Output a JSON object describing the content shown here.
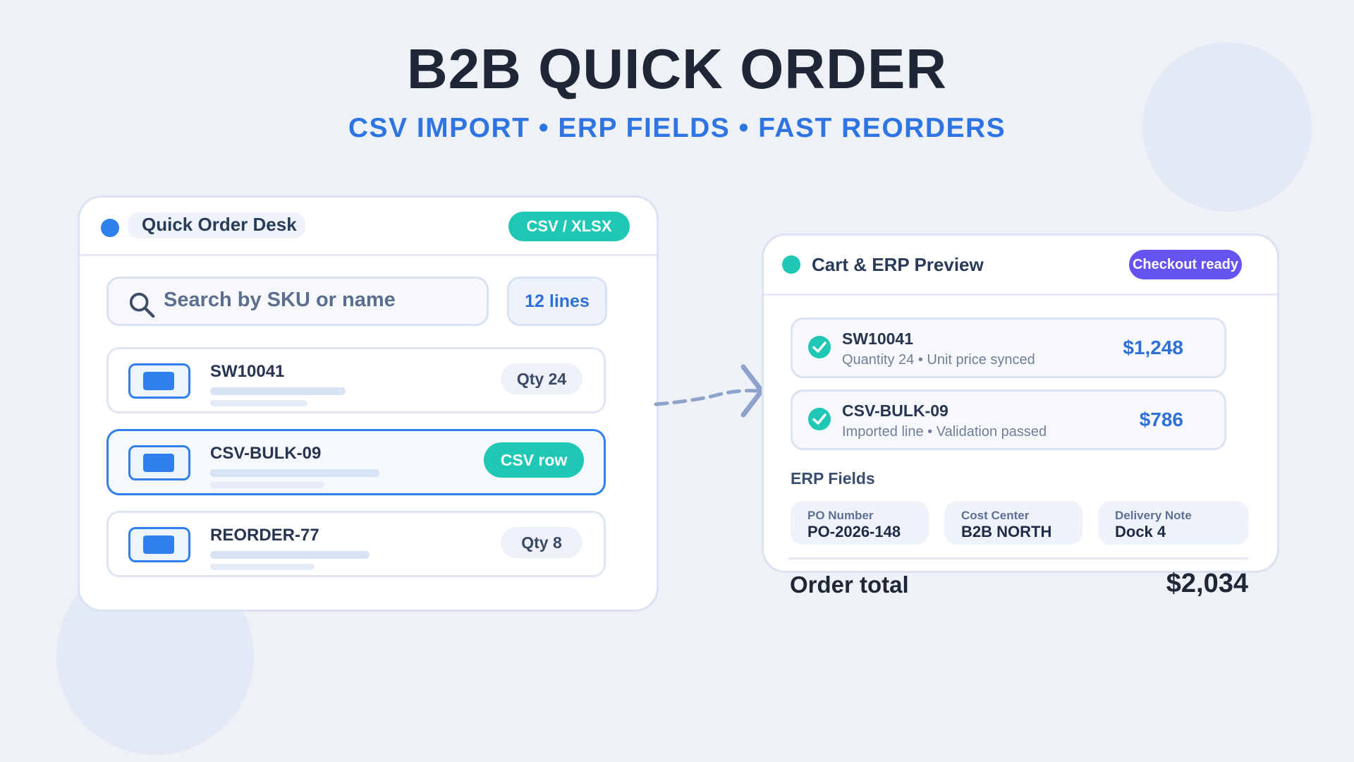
{
  "header": {
    "title": "B2B QUICK ORDER",
    "subtitle": "CSV IMPORT • ERP FIELDS • FAST REORDERS"
  },
  "quick_order": {
    "title": "Quick Order Desk",
    "format_badge": "CSV / XLSX",
    "search": {
      "placeholder": "Search by SKU or name",
      "icon": "search-icon"
    },
    "lines_count": "12 lines",
    "items": [
      {
        "sku": "SW10041",
        "tag": "Qty 24",
        "active": false
      },
      {
        "sku": "CSV-BULK-09",
        "tag": "CSV row",
        "active": true
      },
      {
        "sku": "REORDER-77",
        "tag": "Qty 8",
        "active": false
      }
    ]
  },
  "cart": {
    "title": "Cart & ERP Preview",
    "status": "Checkout ready",
    "items": [
      {
        "name": "SW10041",
        "desc": "Quantity 24 • Unit price synced",
        "price": "$1,248"
      },
      {
        "name": "CSV-BULK-09",
        "desc": "Imported line • Validation passed",
        "price": "$786"
      }
    ],
    "erp_label": "ERP Fields",
    "erp_fields": [
      {
        "label": "PO Number",
        "value": "PO-2026-148"
      },
      {
        "label": "Cost Center",
        "value": "B2B NORTH"
      },
      {
        "label": "Delivery Note",
        "value": "Dock 4"
      }
    ],
    "total_label": "Order total",
    "total_value": "$2,034"
  },
  "colors": {
    "background": "#eef1f6",
    "accent_blue": "#2f80ed",
    "accent_teal": "#1fc8b4",
    "accent_purple": "#6553f2",
    "title_text": "#1f2737",
    "subtitle_text": "#2f74e3"
  }
}
